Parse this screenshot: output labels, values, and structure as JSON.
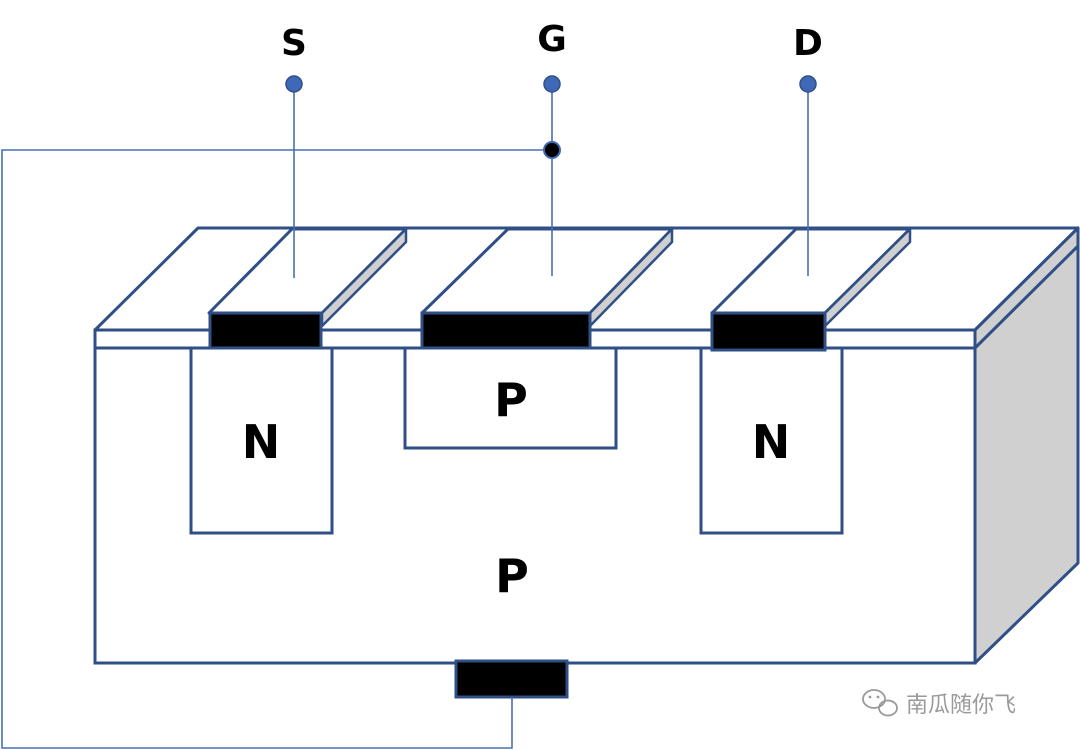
{
  "terminals": {
    "source": "S",
    "gate": "G",
    "drain": "D"
  },
  "regions": {
    "source_well": "N",
    "gate_region": "P",
    "drain_well": "N",
    "substrate": "P"
  },
  "watermark": {
    "text": "南瓜随你飞",
    "icon": "wechat-icon"
  },
  "colors": {
    "outline": "#2f4f86",
    "wire": "#4a6fb0",
    "terminal_dot": "#3f68b7",
    "contact": "#000000",
    "side_face": "#d0d0d0",
    "background": "#ffffff"
  }
}
